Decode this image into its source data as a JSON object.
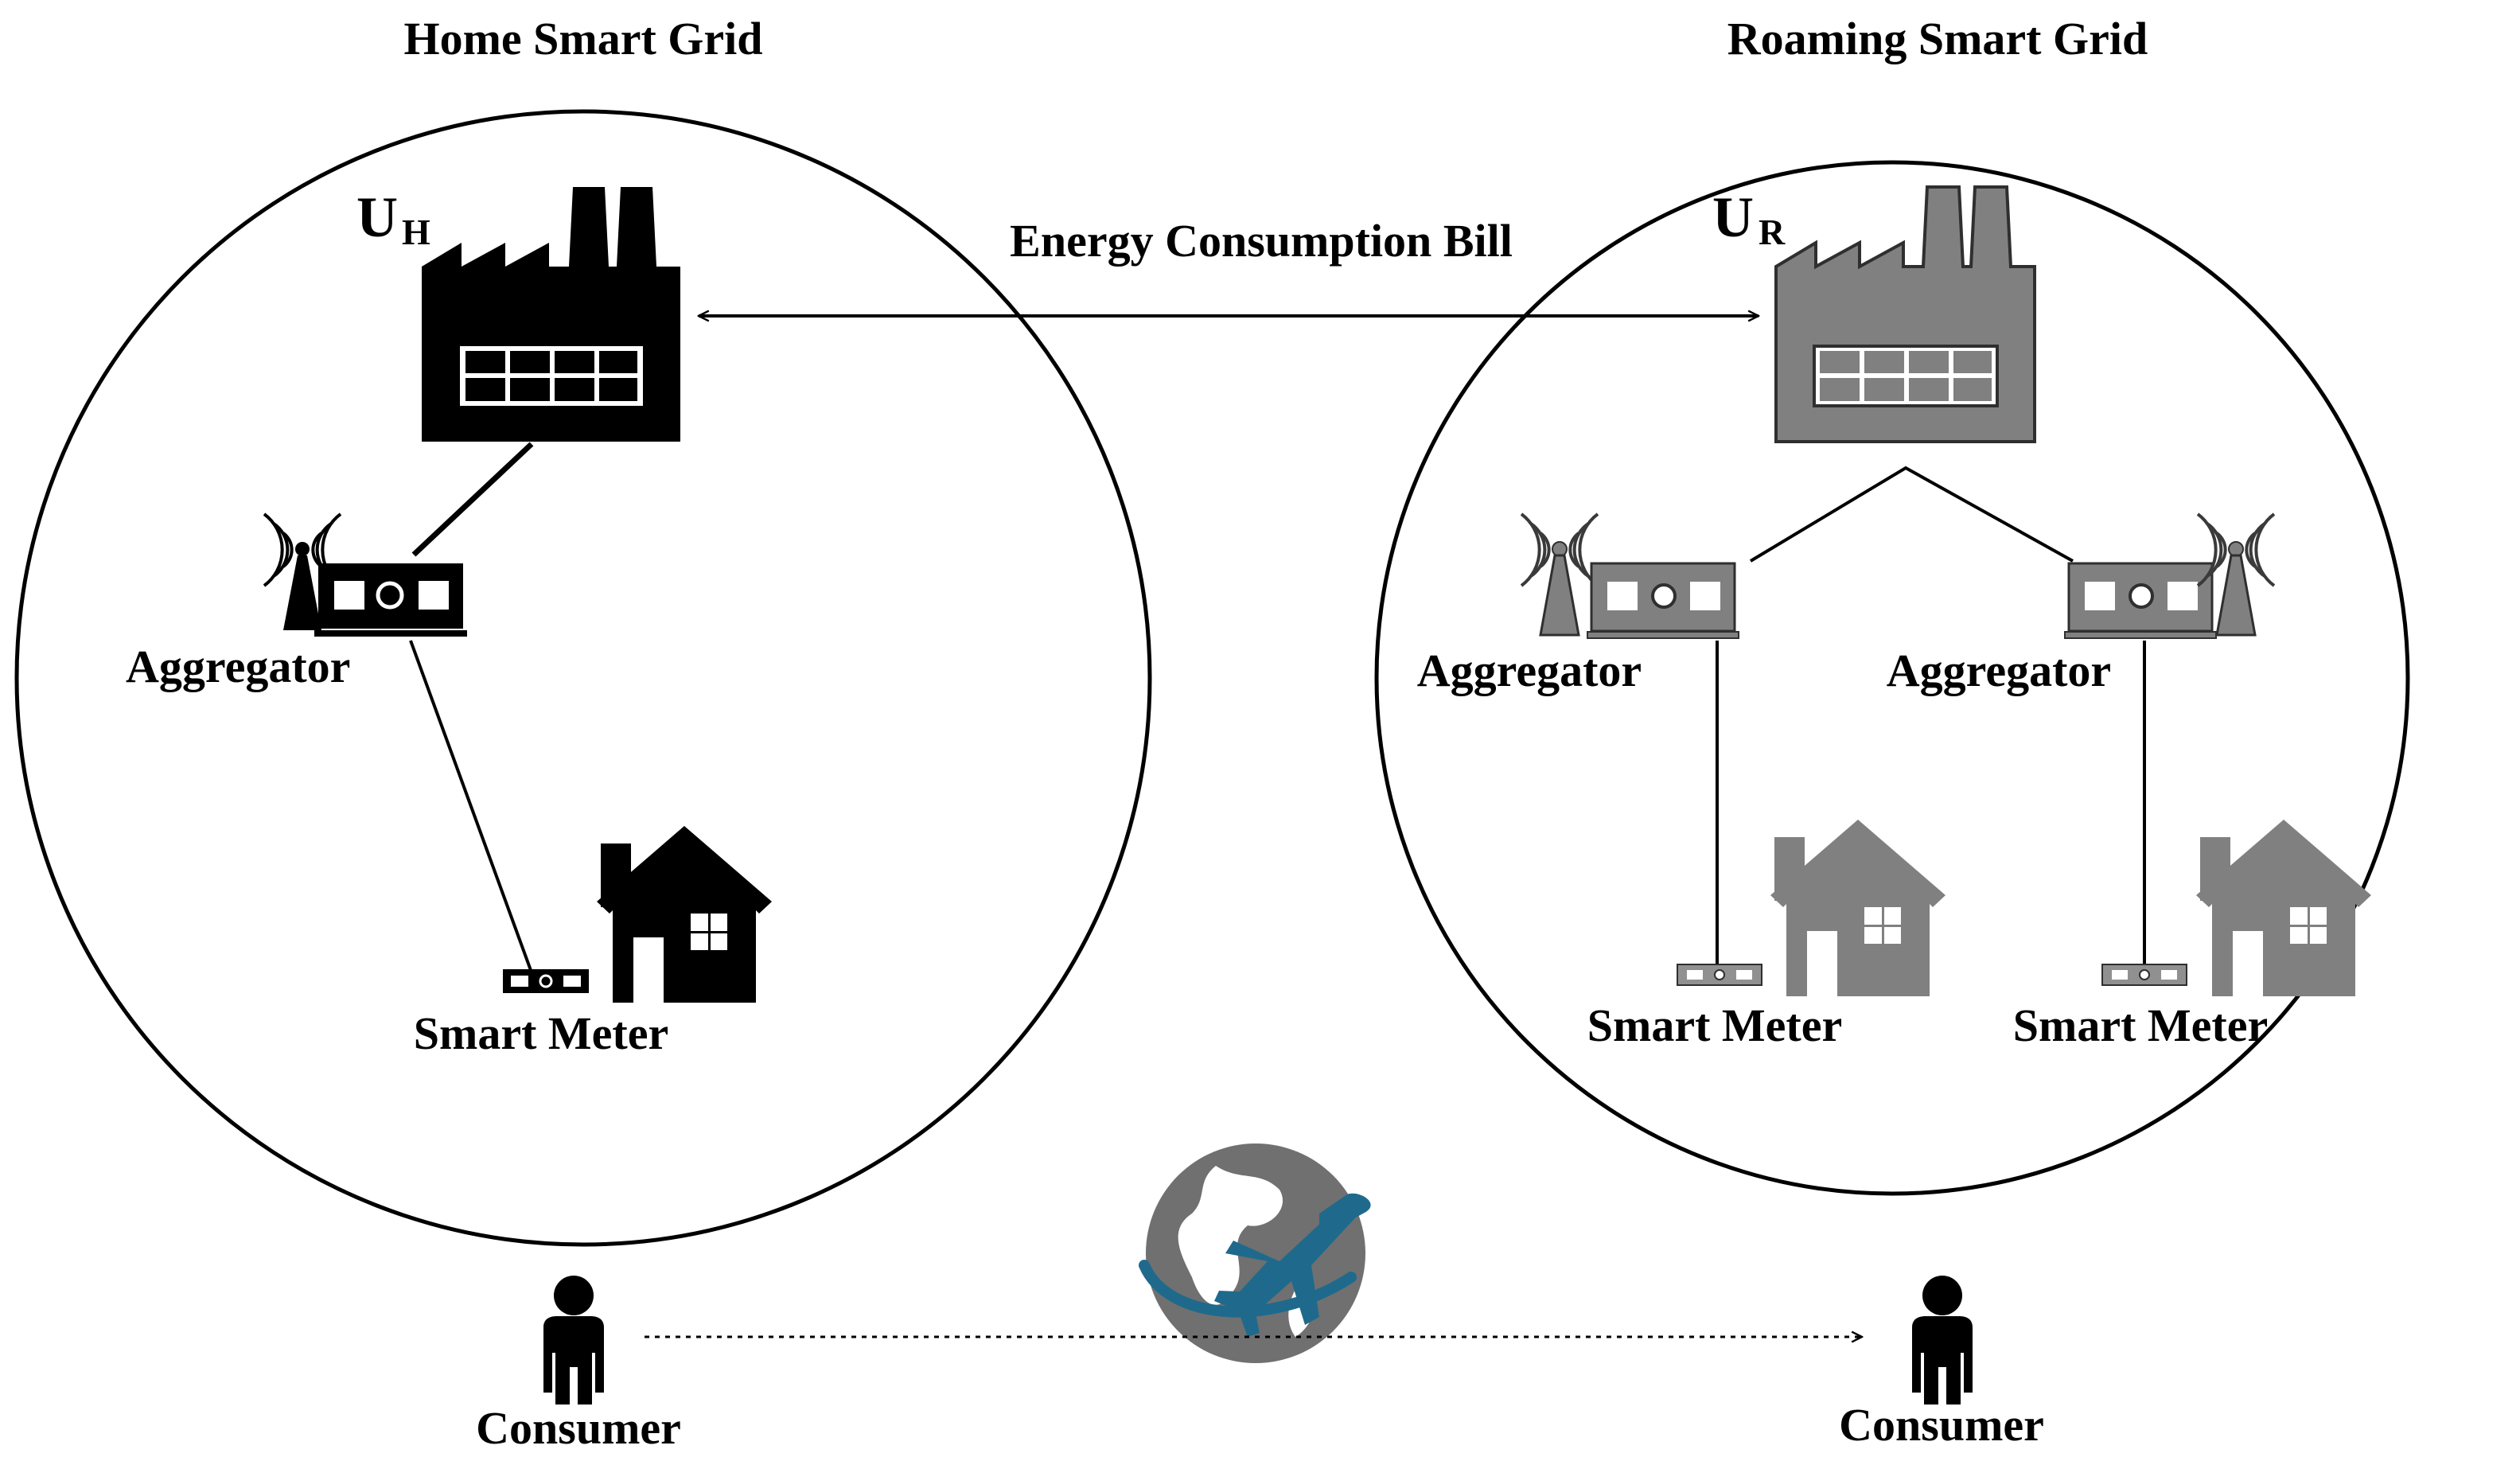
{
  "home_grid": {
    "title": "Home Smart Grid",
    "utility": {
      "main": "U",
      "sub": "H"
    },
    "aggregator_label": "Aggregator",
    "smart_meter_label": "Smart Meter"
  },
  "roaming_grid": {
    "title": "Roaming Smart Grid",
    "utility": {
      "main": "U",
      "sub": "R"
    },
    "aggregators": [
      {
        "label": "Aggregator"
      },
      {
        "label": "Aggregator"
      }
    ],
    "smart_meters": [
      {
        "label": "Smart Meter"
      },
      {
        "label": "Smart Meter"
      }
    ]
  },
  "bill_link": {
    "label": "Energy Consumption Bill"
  },
  "consumers": [
    {
      "label": "Consumer"
    },
    {
      "label": "Consumer"
    }
  ],
  "colors": {
    "home_fill": "#000000",
    "roaming_fill": "#808080",
    "roaming_stroke": "#2f2f2f",
    "travel_globe": "#707070",
    "travel_plane": "#1f6a8c"
  },
  "icons": {
    "utility": "factory-icon",
    "aggregator": "wireless-router-icon",
    "smart_meter": "smart-meter-icon",
    "house": "house-icon",
    "consumer": "person-icon",
    "travel": "globe-airplane-icon"
  }
}
